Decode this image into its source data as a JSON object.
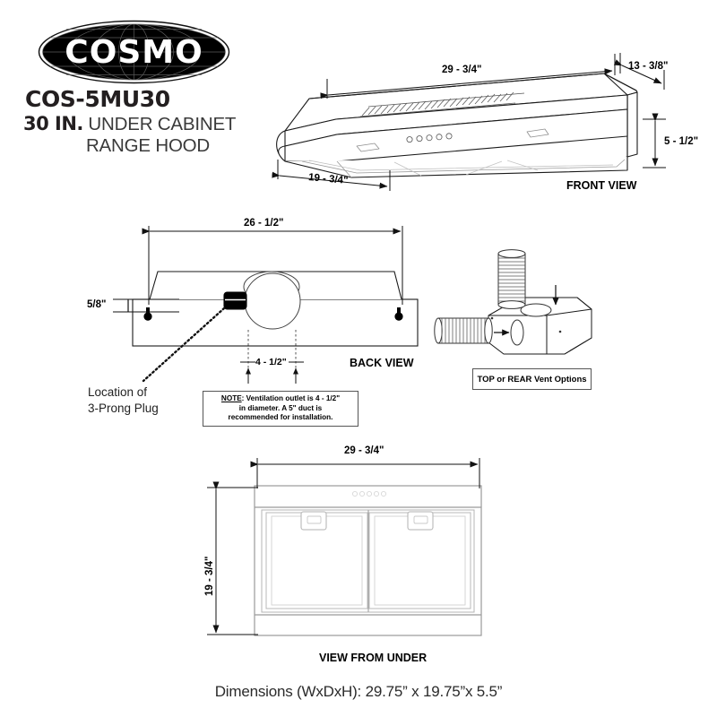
{
  "brand": {
    "logo_text": "COSMO",
    "logo_icon": "globe-ellipse-logo",
    "model_number": "COS-5MU30",
    "size_prefix": "30 IN.",
    "product_line1": " UNDER CABINET",
    "product_line2": "RANGE HOOD"
  },
  "front_view": {
    "label": "FRONT VIEW",
    "width_dim": "29 - 3/4\"",
    "depth_dim": "19 - 3/4\"",
    "top_depth_dim": "13 - 3/8\"",
    "height_dim": "5 - 1/2\"",
    "control_buttons": 5
  },
  "back_view": {
    "label": "BACK VIEW",
    "width_dim": "26 - 1/2\"",
    "offset_dim": "5/8\"",
    "outlet_dim": "4 - 1/2\"",
    "plug_label_line1": "Location of",
    "plug_label_line2": "3-Prong Plug",
    "note": {
      "bold_prefix": "NOTE",
      "line1_rest": ": Ventilation outlet is 4 - 1/2\"",
      "line2": "in diameter. A 5\" duct is",
      "line3": "recommended for installation."
    }
  },
  "vent_options": {
    "label": "TOP or REAR Vent Options",
    "top_duct_icon": "flexible-duct-vertical",
    "rear_duct_icon": "flexible-duct-horizontal",
    "arrow_top_icon": "arrow-down-icon",
    "arrow_rear_icon": "arrow-right-icon"
  },
  "under_view": {
    "label": "VIEW FROM UNDER",
    "width_dim": "29 - 3/4\"",
    "depth_dim": "19 - 3/4\"",
    "filters": 2
  },
  "footer": {
    "dimensions": "Dimensions (WxDxH): 29.75” x 19.75”x 5.5”"
  },
  "colors": {
    "line": "#1a1a1a",
    "light_line": "#8e8e8e",
    "logo_fill": "#000000",
    "background": "#ffffff"
  }
}
